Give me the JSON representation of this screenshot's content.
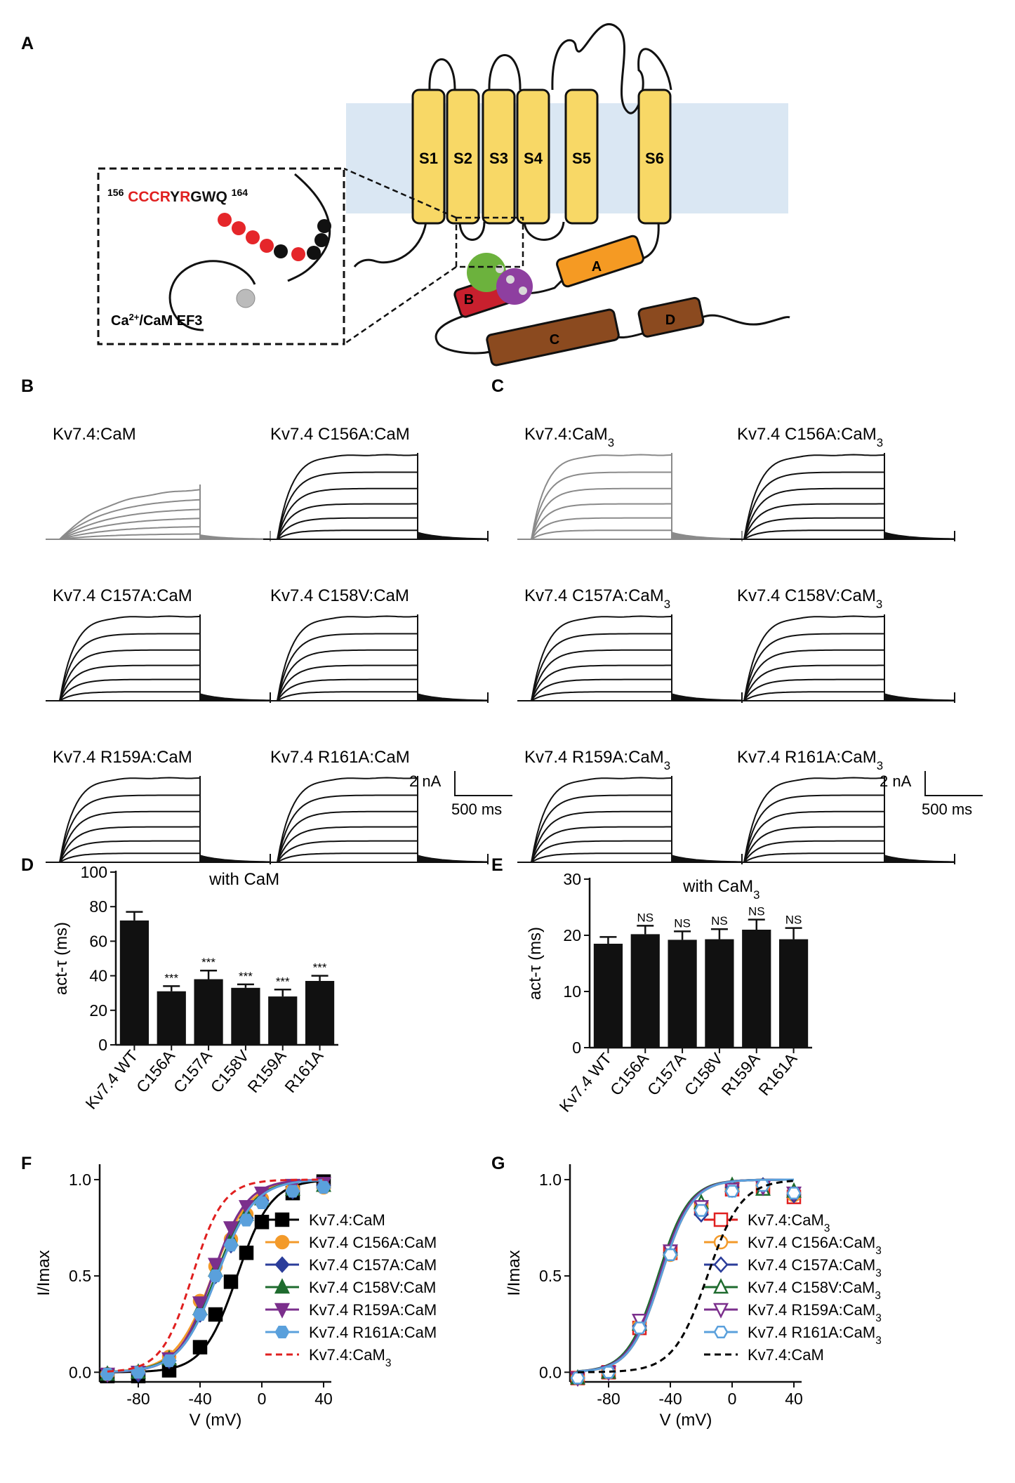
{
  "panel_letters": [
    "A",
    "B",
    "C",
    "D",
    "E",
    "F",
    "G"
  ],
  "panel_a": {
    "segments": [
      "S1",
      "S2",
      "S3",
      "S4",
      "S5",
      "S6"
    ],
    "helices": [
      "A",
      "B",
      "C",
      "D"
    ],
    "inset": {
      "seq_start": "156",
      "seq_end": "164",
      "residues": [
        {
          "t": "C",
          "red": true
        },
        {
          "t": "C",
          "red": true
        },
        {
          "t": "C",
          "red": true
        },
        {
          "t": "R",
          "red": true
        },
        {
          "t": "Y",
          "red": false
        },
        {
          "t": "R",
          "red": true
        },
        {
          "t": "G",
          "red": false
        },
        {
          "t": "W",
          "red": false
        },
        {
          "t": "Q",
          "red": false
        }
      ],
      "cam_label_pre": "Ca",
      "cam_label_sup": "2+",
      "cam_label_post": "/CaM EF3"
    }
  },
  "panel_b": {
    "titles": [
      "Kv7.4:CaM",
      "Kv7.4 C156A:CaM",
      "Kv7.4 C157A:CaM",
      "Kv7.4 C158V:CaM",
      "Kv7.4 R159A:CaM",
      "Kv7.4 R161A:CaM"
    ],
    "scale_current": "2 nA",
    "scale_time": "500 ms"
  },
  "panel_c": {
    "titles": [
      "Kv7.4:CaM",
      "Kv7.4 C156A:CaM",
      "Kv7.4 C157A:CaM",
      "Kv7.4 C158V:CaM",
      "Kv7.4 R159A:CaM",
      "Kv7.4 R161A:CaM"
    ],
    "subscript": "3",
    "scale_current": "2 nA",
    "scale_time": "500 ms"
  },
  "chart_data": [
    {
      "panel": "D",
      "type": "bar",
      "title": "with CaM",
      "ylabel": "act-τ (ms)",
      "ylim": [
        0,
        100
      ],
      "yticks": [
        0,
        20,
        40,
        60,
        80,
        100
      ],
      "categories": [
        "Kv7.4 WT",
        "C156A",
        "C157A",
        "C158V",
        "R159A",
        "R161A"
      ],
      "values": [
        72,
        31,
        38,
        33,
        28,
        37
      ],
      "errors": [
        5,
        3,
        5,
        2,
        4,
        3
      ],
      "annotations": [
        "",
        "***",
        "***",
        "***",
        "***",
        "***"
      ]
    },
    {
      "panel": "E",
      "type": "bar",
      "title_pre": "with CaM",
      "title_sub": "3",
      "ylabel": "act-τ (ms)",
      "ylim": [
        0,
        30
      ],
      "yticks": [
        0,
        10,
        20,
        30
      ],
      "categories": [
        "Kv7.4 WT",
        "C156A",
        "C157A",
        "C158V",
        "R159A",
        "R161A"
      ],
      "values": [
        18.5,
        20.2,
        19.2,
        19.3,
        21.0,
        19.3
      ],
      "errors": [
        1.2,
        1.5,
        1.5,
        1.8,
        1.8,
        2.0
      ],
      "annotations": [
        "",
        "NS",
        "NS",
        "NS",
        "NS",
        "NS"
      ]
    },
    {
      "panel": "F",
      "type": "line",
      "xlabel": "V (mV)",
      "ylabel": "I/Imax",
      "xlim": [
        -105,
        45
      ],
      "ylim": [
        -0.05,
        1.08
      ],
      "xticks": [
        -80,
        -40,
        0,
        40
      ],
      "yticks": [
        0.0,
        0.5,
        1.0
      ],
      "x": [
        -100,
        -80,
        -60,
        -40,
        -30,
        -20,
        -10,
        0,
        20,
        40
      ],
      "series": [
        {
          "name": "Kv7.4:CaM",
          "color": "#000000",
          "marker": "square",
          "filled": true,
          "values": [
            -0.02,
            -0.02,
            0.01,
            0.13,
            0.3,
            0.47,
            0.62,
            0.78,
            0.93,
            0.99
          ],
          "fit": {
            "v50": -16,
            "k": 11
          }
        },
        {
          "name": "Kv7.4 C156A:CaM",
          "color": "#f39a2a",
          "marker": "circle",
          "filled": true,
          "values": [
            -0.01,
            0.0,
            0.08,
            0.37,
            0.55,
            0.69,
            0.82,
            0.9,
            0.95,
            0.96
          ],
          "fit": {
            "v50": -32,
            "k": 12
          }
        },
        {
          "name": "Kv7.4 C157A:CaM",
          "color": "#2b3d9a",
          "marker": "diamond",
          "filled": true,
          "values": [
            -0.01,
            -0.01,
            0.06,
            0.3,
            0.5,
            0.66,
            0.8,
            0.89,
            0.94,
            0.97
          ],
          "fit": {
            "v50": -29,
            "k": 12
          }
        },
        {
          "name": "Kv7.4 C158V:CaM",
          "color": "#1e6b2e",
          "marker": "triangle",
          "filled": true,
          "values": [
            -0.01,
            0.0,
            0.07,
            0.33,
            0.53,
            0.69,
            0.82,
            0.9,
            0.95,
            0.97
          ],
          "fit": {
            "v50": -30,
            "k": 12
          }
        },
        {
          "name": "Kv7.4 R159A:CaM",
          "color": "#7b2f8c",
          "marker": "triangle-down",
          "filled": true,
          "values": [
            -0.01,
            0.0,
            0.07,
            0.36,
            0.56,
            0.75,
            0.86,
            0.93,
            0.97,
            0.98
          ],
          "fit": {
            "v50": -32,
            "k": 11
          }
        },
        {
          "name": "Kv7.4 R161A:CaM",
          "color": "#5aa0dc",
          "marker": "hexagon",
          "filled": true,
          "values": [
            -0.01,
            0.0,
            0.06,
            0.3,
            0.5,
            0.66,
            0.79,
            0.88,
            0.94,
            0.96
          ],
          "fit": {
            "v50": -29,
            "k": 12
          }
        },
        {
          "name_pre": "Kv7.4:CaM",
          "name_sub": "3",
          "color": "#e02020",
          "dashed": true,
          "fit": {
            "v50": -45,
            "k": 10
          }
        }
      ]
    },
    {
      "panel": "G",
      "type": "line",
      "xlabel": "V (mV)",
      "ylabel": "I/Imax",
      "xlim": [
        -105,
        45
      ],
      "ylim": [
        -0.05,
        1.08
      ],
      "xticks": [
        -80,
        -40,
        0,
        40
      ],
      "yticks": [
        0.0,
        0.5,
        1.0
      ],
      "x": [
        -100,
        -80,
        -60,
        -40,
        -20,
        0,
        20,
        40
      ],
      "series": [
        {
          "name_pre": "Kv7.4:CaM",
          "name_sub": "3",
          "color": "#e02020",
          "marker": "square",
          "filled": false,
          "values": [
            -0.03,
            0.0,
            0.23,
            0.62,
            0.85,
            0.95,
            0.96,
            0.91
          ],
          "fit": {
            "v50": -46,
            "k": 10
          }
        },
        {
          "name_pre": "Kv7.4 C156A:CaM",
          "name_sub": "3",
          "color": "#f39a2a",
          "marker": "circle",
          "filled": false,
          "values": [
            -0.03,
            0.0,
            0.24,
            0.61,
            0.86,
            0.95,
            0.97,
            0.92
          ],
          "fit": {
            "v50": -46,
            "k": 10
          }
        },
        {
          "name_pre": "Kv7.4 C157A:CaM",
          "name_sub": "3",
          "color": "#2b3d9a",
          "marker": "diamond",
          "filled": false,
          "values": [
            -0.03,
            0.0,
            0.24,
            0.62,
            0.82,
            0.96,
            0.97,
            0.92
          ],
          "fit": {
            "v50": -47,
            "k": 10
          }
        },
        {
          "name_pre": "Kv7.4 C158V:CaM",
          "name_sub": "3",
          "color": "#1e6b2e",
          "marker": "triangle",
          "filled": false,
          "values": [
            -0.03,
            0.0,
            0.25,
            0.64,
            0.88,
            0.97,
            0.95,
            0.94
          ],
          "fit": {
            "v50": -48,
            "k": 10
          }
        },
        {
          "name_pre": "Kv7.4 R159A:CaM",
          "name_sub": "3",
          "color": "#7b2f8c",
          "marker": "triangle-down",
          "filled": false,
          "values": [
            -0.03,
            0.0,
            0.27,
            0.63,
            0.86,
            0.95,
            0.96,
            0.93
          ],
          "fit": {
            "v50": -47,
            "k": 10
          }
        },
        {
          "name_pre": "Kv7.4 R161A:CaM",
          "name_sub": "3",
          "color": "#5aa0dc",
          "marker": "hexagon",
          "filled": false,
          "values": [
            -0.03,
            0.0,
            0.23,
            0.61,
            0.84,
            0.94,
            0.97,
            0.93
          ],
          "fit": {
            "v50": -46,
            "k": 10
          }
        },
        {
          "name": "Kv7.4:CaM",
          "color": "#000000",
          "dashed": true,
          "fit": {
            "v50": -16,
            "k": 11
          }
        }
      ]
    }
  ]
}
